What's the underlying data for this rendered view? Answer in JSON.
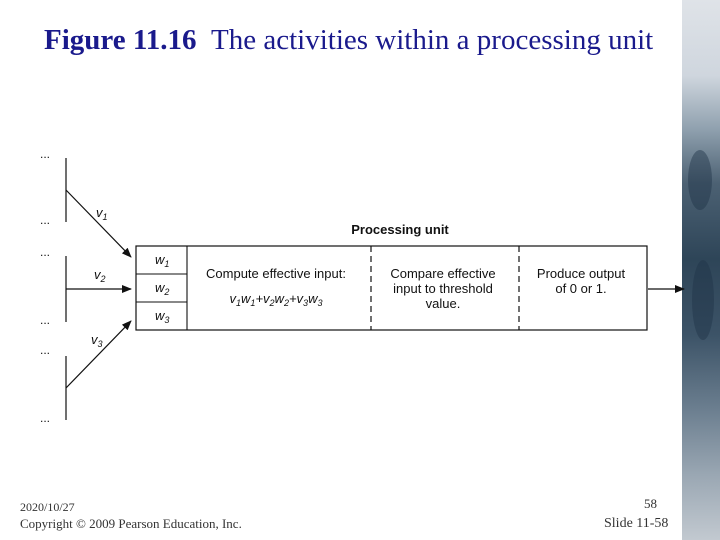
{
  "title": {
    "figure": "Figure 11.16",
    "caption": "The activities within a processing unit"
  },
  "diagram": {
    "unit_label": "Processing unit",
    "weights": {
      "w1": "w",
      "w1_sub": "1",
      "w2": "w",
      "w2_sub": "2",
      "w3": "w",
      "w3_sub": "3"
    },
    "inputs": {
      "v1": "v",
      "v1_sub": "1",
      "v2": "v",
      "v2_sub": "2",
      "v3": "v",
      "v3_sub": "3"
    },
    "compute": {
      "line1": "Compute effective input:",
      "formula": "v1w1+v2w2+v3w3"
    },
    "compare": {
      "line1": "Compare effective",
      "line2": "input to threshold",
      "line3": "value."
    },
    "produce": {
      "line1": "Produce output",
      "line2": "of 0 or 1."
    },
    "ellipsis": "..."
  },
  "footer": {
    "date": "2020/10/27",
    "copyright": "Copyright © 2009 Pearson Education, Inc.",
    "page_number": "58",
    "slide": "Slide 11-58"
  },
  "colors": {
    "title": "#1a1a8c",
    "line": "#111111",
    "strip": "#2e4558"
  }
}
